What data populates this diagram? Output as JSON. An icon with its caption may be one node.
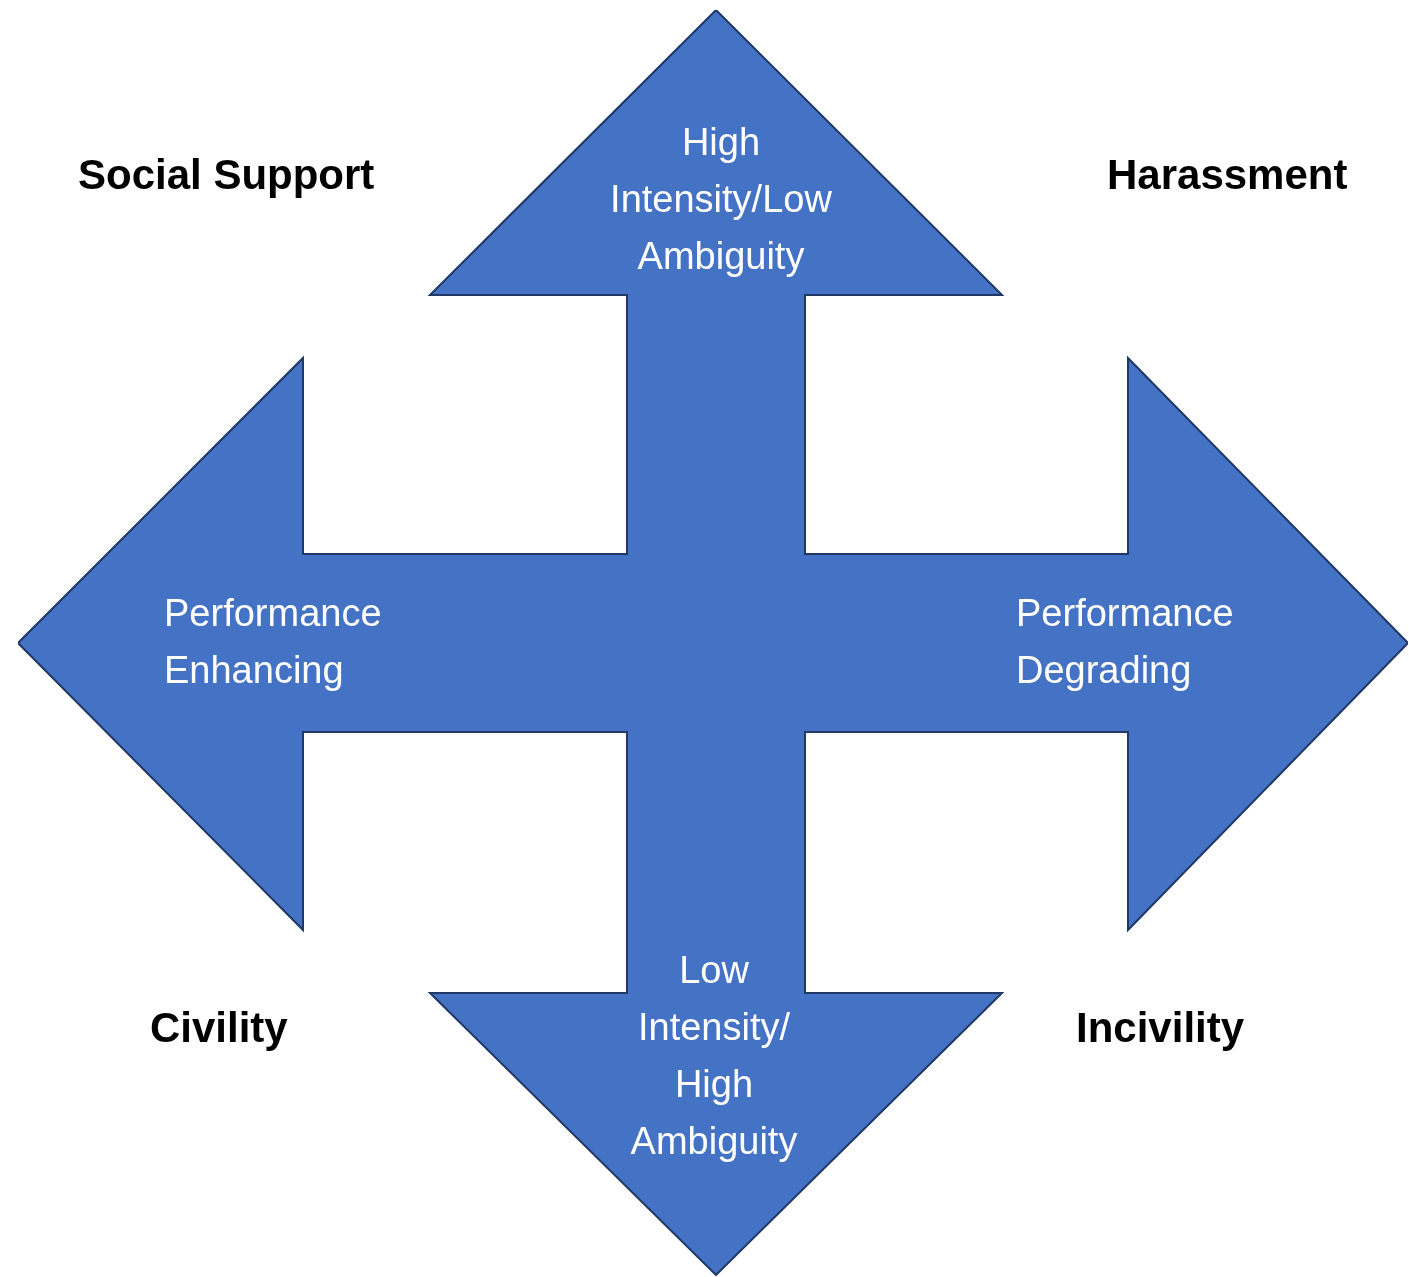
{
  "diagram": {
    "nodes": [
      {
        "text": [
          "High Intensity/Low Ambiguity",
          "Performance Enhancing",
          "Performance Degrading",
          "Low Intensity/ High Ambiguity"
        ]
      }
    ],
    "labels": [
      "Social Support",
      "Harassment",
      "Civility",
      "Incivility"
    ]
  }
}
